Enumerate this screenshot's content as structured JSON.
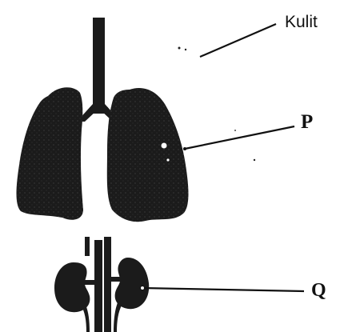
{
  "labels": {
    "skin": "Kulit",
    "p": "P",
    "q": "Q"
  },
  "colors": {
    "organ": "#1b1b1b",
    "line": "#111111",
    "background": "#ffffff"
  },
  "icons": {
    "trachea": "trachea-icon",
    "lungs": "lungs-icon",
    "kidneys": "kidneys-icon"
  }
}
